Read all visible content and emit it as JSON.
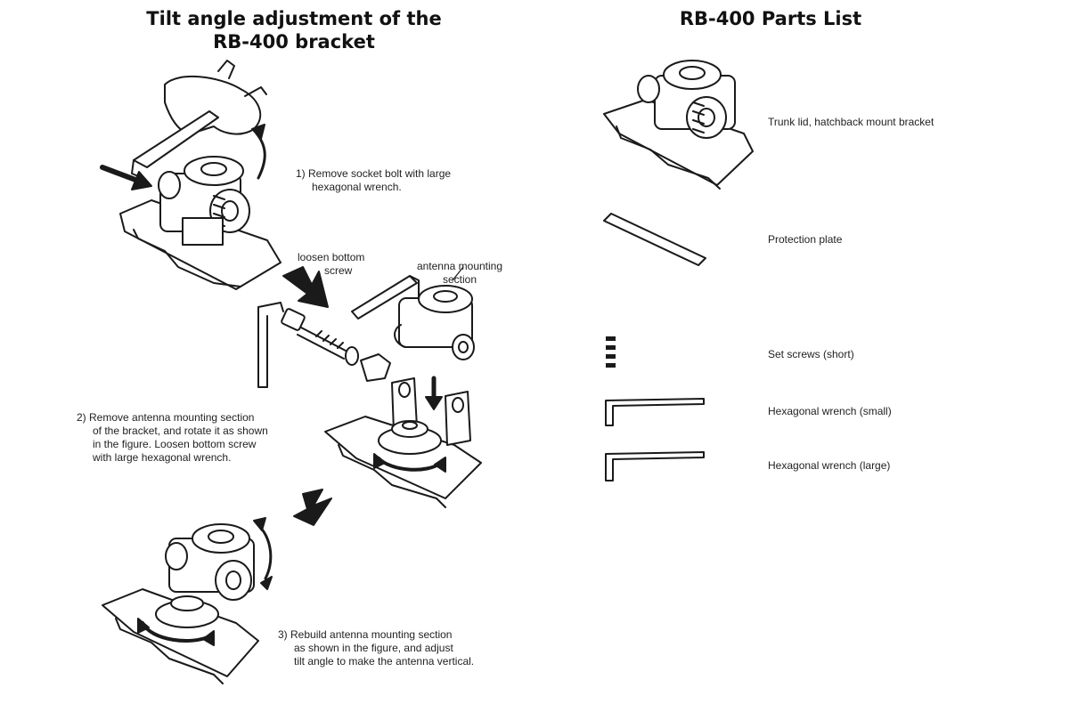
{
  "left": {
    "title_lines": [
      "Tilt angle adjustment of the",
      "RB-400 bracket"
    ],
    "step1": [
      "1) Remove socket bolt with large",
      "hexagonal wrench."
    ],
    "loosen_label": [
      "loosen bottom",
      "screw"
    ],
    "antenna_label": [
      "antenna mounting",
      "section"
    ],
    "step2": [
      "2) Remove antenna mounting section",
      "of the bracket, and rotate it as shown",
      "in the figure. Loosen bottom screw",
      "with large hexagonal wrench."
    ],
    "step3": [
      "3) Rebuild antenna mounting section",
      "as shown in the figure, and adjust",
      "tilt angle to make the antenna vertical."
    ]
  },
  "right": {
    "title": "RB-400  Parts List",
    "parts": [
      {
        "label": "Trunk lid, hatchback mount bracket",
        "icon": "bracket-icon"
      },
      {
        "label": "Protection plate",
        "icon": "plate-icon"
      },
      {
        "label": "Set screws (short)",
        "icon": "set-screws-icon"
      },
      {
        "label": "Hexagonal wrench (small)",
        "icon": "small-wrench-icon"
      },
      {
        "label": "Hexagonal wrench (large)",
        "icon": "large-wrench-icon"
      }
    ]
  },
  "colors": {
    "ink": "#1a1a1a",
    "paper": "#ffffff"
  }
}
